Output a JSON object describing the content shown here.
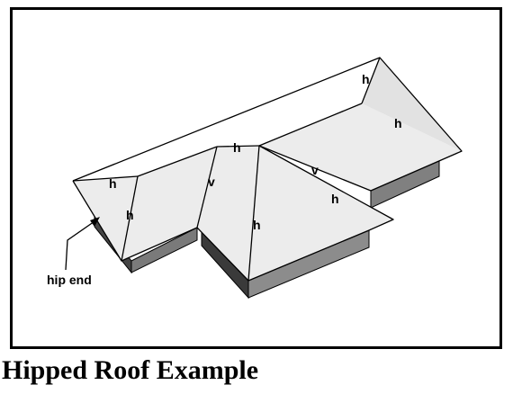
{
  "caption": "Hipped Roof Example",
  "diagram": {
    "edge_labels": {
      "back_right_hip": "h",
      "right_front_hip": "h",
      "upper_ridge_hip": "h",
      "front_wing_right_hip": "h",
      "left_hip": "h",
      "left_end_hip": "h",
      "front_wing_center_hip": "h",
      "valley_left": "v",
      "valley_right": "v"
    },
    "annotation": "hip end",
    "colors": {
      "roof_face": "#ececec",
      "wall_dark": "#454545",
      "wall_light": "#8c8c8c",
      "line": "#000000"
    }
  }
}
